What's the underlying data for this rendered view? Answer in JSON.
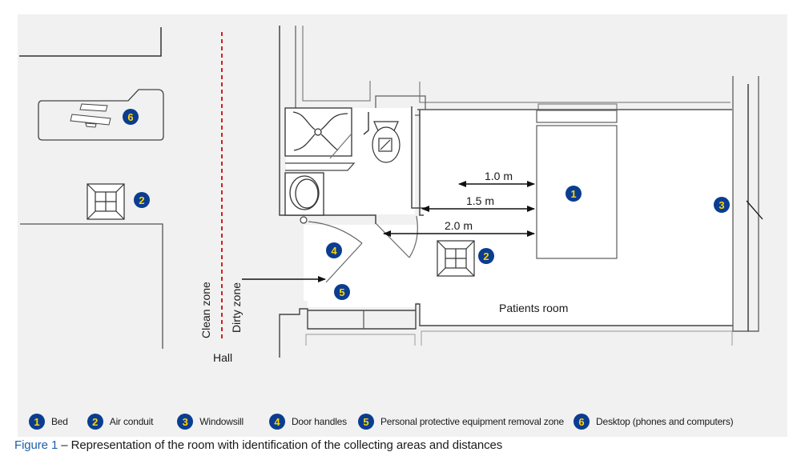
{
  "diagram": {
    "type": "floor-plan",
    "labels": {
      "patients_room": "Patients room",
      "hall": "Hall",
      "clean_zone": "Clean zone",
      "dirty_zone": "Dirty zone"
    },
    "distances": [
      {
        "label": "1.0 m",
        "value_m": 1.0
      },
      {
        "label": "1.5 m",
        "value_m": 1.5
      },
      {
        "label": "2.0 m",
        "value_m": 2.0
      }
    ],
    "markers": [
      {
        "num": "1",
        "name": "Bed"
      },
      {
        "num": "2",
        "name": "Air conduit"
      },
      {
        "num": "3",
        "name": "Windowsill"
      },
      {
        "num": "4",
        "name": "Door handles"
      },
      {
        "num": "5",
        "name": "Personal protective equipment removal zone"
      },
      {
        "num": "6",
        "name": "Desktop (phones and computers)"
      }
    ]
  },
  "legend": [
    {
      "num": "1",
      "label": "Bed"
    },
    {
      "num": "2",
      "label": "Air conduit"
    },
    {
      "num": "3",
      "label": "Windowsill"
    },
    {
      "num": "4",
      "label": "Door handles"
    },
    {
      "num": "5",
      "label": "Personal protective equipment removal zone"
    },
    {
      "num": "6",
      "label": "Desktop (phones and computers)"
    }
  ],
  "caption": {
    "figure_label": "Figure 1",
    "text": " – Representation of the room with identification of the collecting areas and distances"
  },
  "colors": {
    "badge_fill": "#0a3d91",
    "badge_text": "#ffd400",
    "zone_divider": "#cc2222",
    "caption_accent": "#1f5fa8"
  }
}
